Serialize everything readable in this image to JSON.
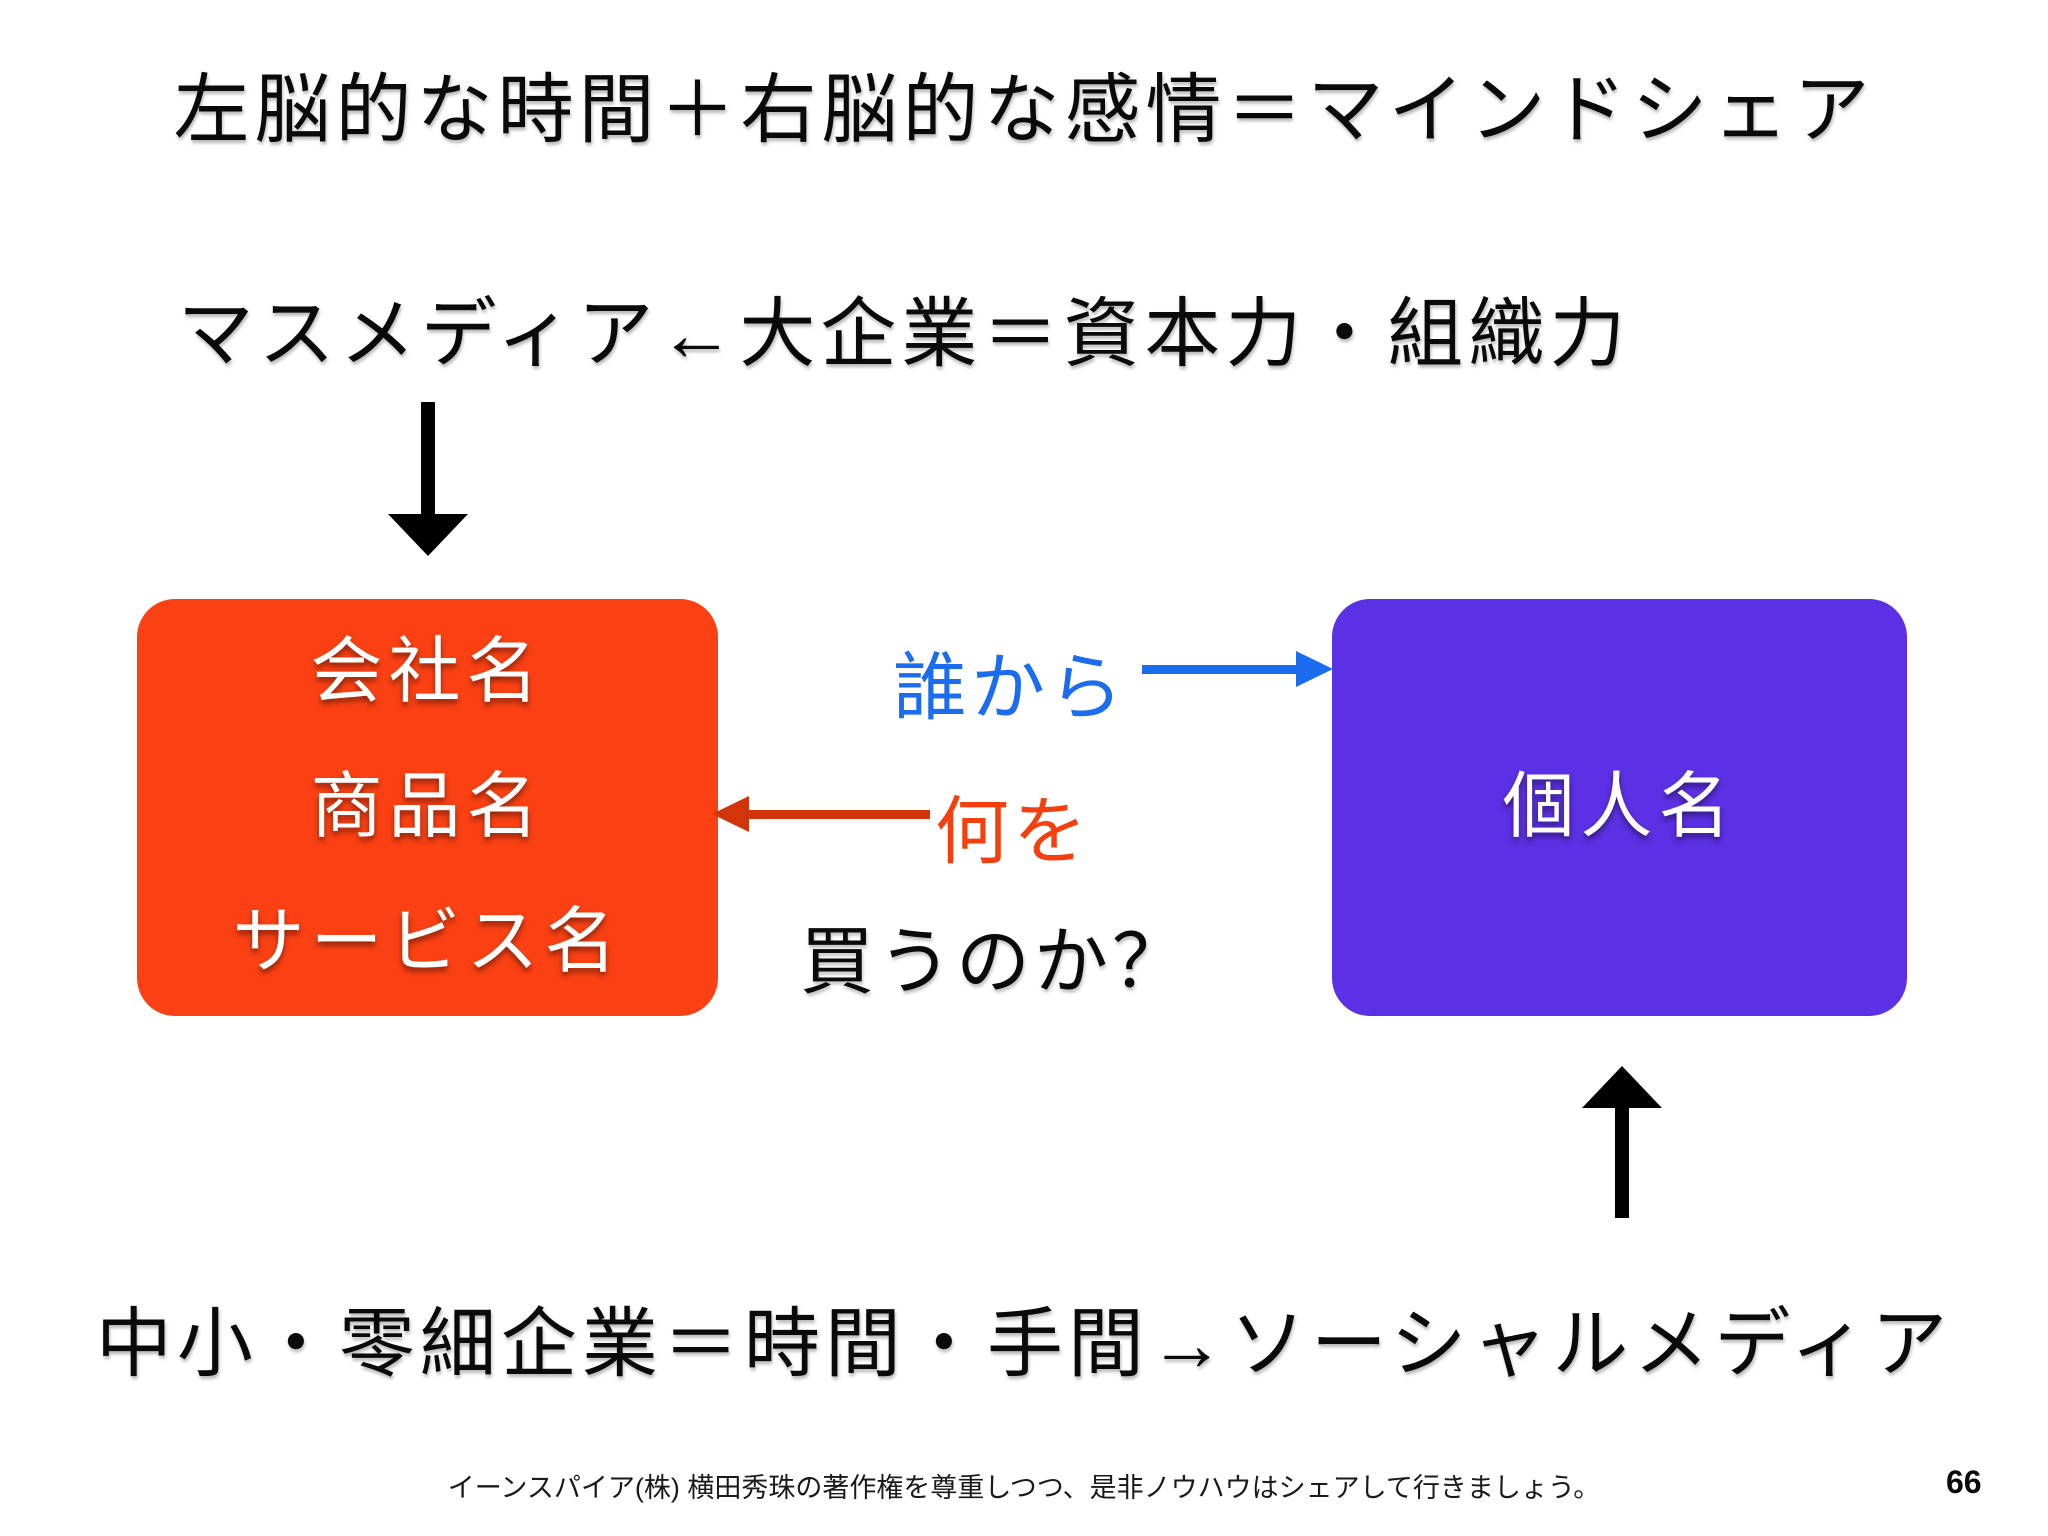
{
  "title": "左脳的な時間＋右脳的な感情＝マインドシェア",
  "subtitle": "マスメディア←大企業＝資本力・組織力",
  "diagram": {
    "left_box": {
      "lines": [
        "会社名",
        "商品名",
        "サービス名"
      ],
      "color": "#fb4113",
      "text_color": "#ffffff"
    },
    "right_box": {
      "label": "個人名",
      "color": "#5c30e4",
      "text_color": "#ffffff"
    },
    "who_label": "誰から",
    "what_label": "何を",
    "buy_label": "買うのか？",
    "icons": {
      "top_flow": "down-arrow-icon",
      "bottom_flow": "up-arrow-icon",
      "who_flow": "right-arrow-icon",
      "what_flow": "left-arrow-icon"
    },
    "colors": {
      "who_accent": "#1c6cf0",
      "what_label_accent": "#f4400f",
      "what_arrow_accent": "#d2340c",
      "flow_arrows": "#000000"
    }
  },
  "bottom_line": "中小・零細企業＝時間・手間→ソーシャルメディア",
  "footer": {
    "credit": "イーンスパイア(株) 横田秀珠の著作権を尊重しつつ、是非ノウハウはシェアして行きましょう。",
    "page_number": "66"
  }
}
